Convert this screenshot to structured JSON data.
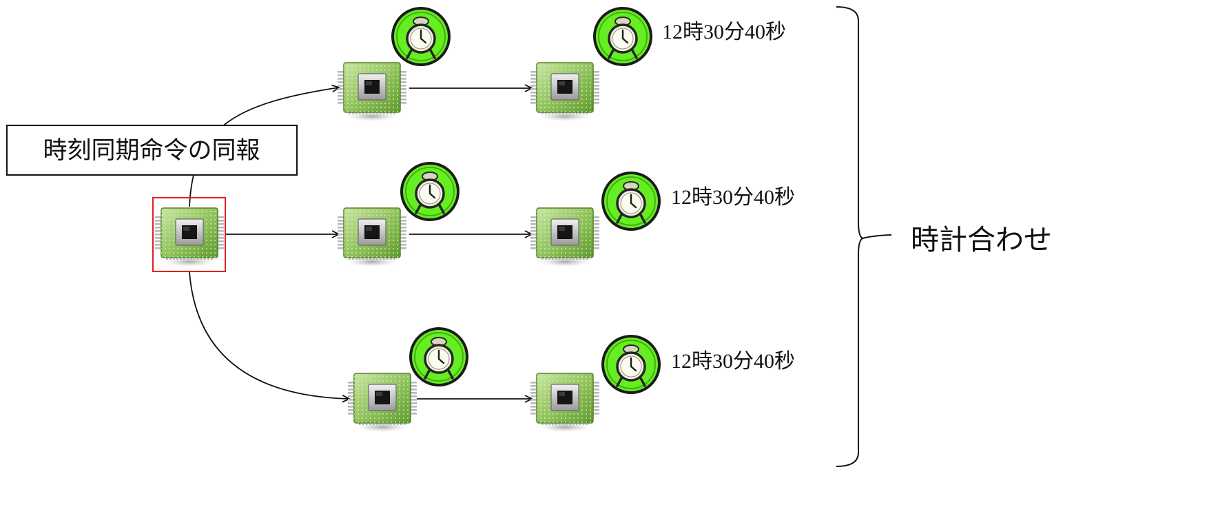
{
  "broadcast_label": "時刻同期命令の同報",
  "sync_label": "時計合わせ",
  "time_labels": [
    "12時30分40秒",
    "12時30分40秒",
    "12時30分40秒"
  ],
  "colors": {
    "chip_green": "#8ec15a",
    "chip_dark": "#5f9a2f",
    "clock_ring": "#66ee22",
    "clock_face": "#f2f2dc",
    "highlight": "#e02020",
    "line": "#111111"
  },
  "icons": {
    "node": "microchip-icon",
    "clock": "alarm-clock-icon"
  }
}
